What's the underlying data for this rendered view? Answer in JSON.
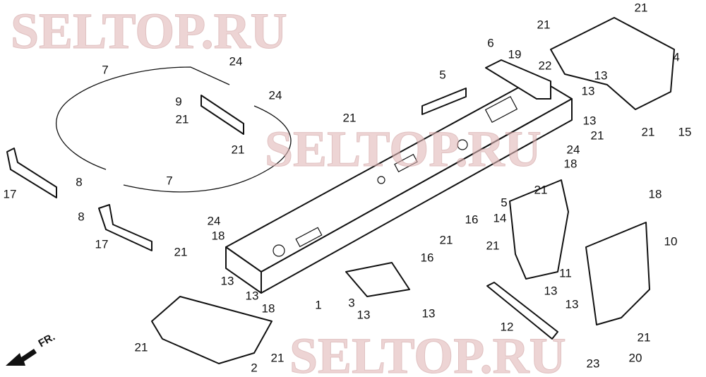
{
  "diagram": {
    "watermark": "SELTOP.RU",
    "direction_label": "FR.",
    "labels": [
      "21",
      "21",
      "6",
      "19",
      "22",
      "4",
      "13",
      "13",
      "13",
      "21",
      "15",
      "21",
      "5",
      "7",
      "24",
      "24",
      "9",
      "21",
      "21",
      "21",
      "24",
      "18",
      "21",
      "5",
      "8",
      "17",
      "7",
      "8",
      "17",
      "24",
      "18",
      "16",
      "14",
      "21",
      "16",
      "18",
      "10",
      "21",
      "11",
      "21",
      "13",
      "13",
      "18",
      "1",
      "3",
      "13",
      "13",
      "13",
      "13",
      "12",
      "21",
      "21",
      "21",
      "2",
      "23",
      "20"
    ]
  }
}
